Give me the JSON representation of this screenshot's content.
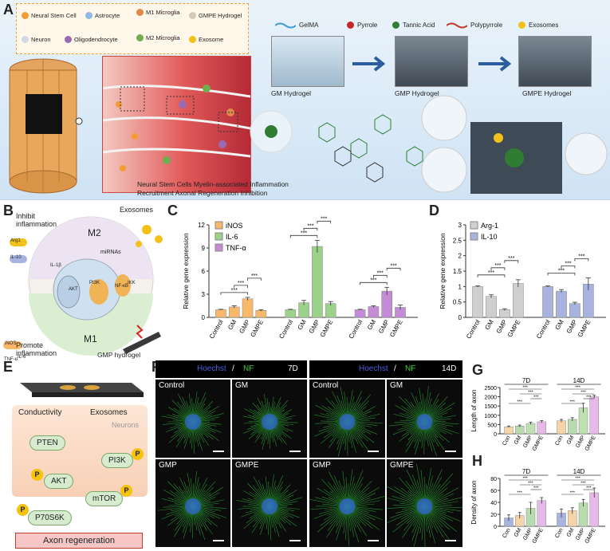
{
  "letters": {
    "a": "A",
    "b": "B",
    "c": "C",
    "d": "D",
    "e": "E",
    "f": "F",
    "g": "G",
    "h": "H"
  },
  "panelA": {
    "legend": [
      "Neural Stem Cell",
      "Astrocyte",
      "M1 Microglia",
      "GMPE Hydrogel",
      "Neuron",
      "Oligodendrocyte",
      "M2 Microglia",
      "Exosome"
    ],
    "materials": [
      "GelMA",
      "Pyrrole",
      "Tannic Acid",
      "Polypyrrole",
      "Exosomes"
    ],
    "hydrogels": [
      "GM Hydrogel",
      "GMP Hydrogel",
      "GMPE Hydrogel"
    ],
    "bottom_line1": "Neural Stem Cells Myelin-associated Inflammation",
    "bottom_line2": "Recruitment  Axonal Regeneration Inhibition",
    "colors": {
      "gelma": "#3a9bd6",
      "pyrrole": "#c62828",
      "tannic": "#2e7d32",
      "polypyrrole": "#c0392b",
      "exosome": "#f2c21b"
    }
  },
  "panelB": {
    "inhibit": "Inhibit inflammation",
    "promote": "Promote inflammation",
    "exosomes": "Exosomes",
    "m2": "M2",
    "m1": "M1",
    "mirna": "miRNAs",
    "hydrogel": "GMP hydrogel",
    "markers": [
      "Arg1",
      "IL-10",
      "IL-1β",
      "iNOS",
      "IL-6",
      "TNF-α",
      "PI3K",
      "AKT",
      "NF-κB",
      "IKK"
    ]
  },
  "panelE": {
    "conductivity": "Conductivity",
    "exosomes": "Exosomes",
    "neurons": "Neurons",
    "nodes": [
      "PTEN",
      "PI3K",
      "AKT",
      "mTOR",
      "P70S6K"
    ],
    "p": "P",
    "result": "Axon regeneration"
  },
  "panelF": {
    "stain_a": "Hoechst",
    "stain_sep": " / ",
    "stain_b": "NF",
    "day7": "7D",
    "day14": "14D",
    "labels": [
      "Control",
      "GM",
      "GMP",
      "GMPE"
    ]
  },
  "chart_data": [
    {
      "id": "C",
      "type": "bar",
      "ylabel": "Relative gene expression",
      "ylim": [
        0,
        12
      ],
      "yticks": [
        0,
        3,
        6,
        9,
        12
      ],
      "categories": [
        "Control",
        "GM",
        "GMP",
        "GMPE"
      ],
      "series": [
        {
          "name": "iNOS",
          "values": [
            1.0,
            1.35,
            2.4,
            0.9
          ],
          "errors": [
            0.05,
            0.15,
            0.2,
            0.1
          ],
          "color": "#f7b86a"
        },
        {
          "name": "IL-6",
          "values": [
            1.0,
            1.9,
            9.2,
            1.8
          ],
          "errors": [
            0.05,
            0.3,
            0.8,
            0.25
          ],
          "color": "#9bd18b"
        },
        {
          "name": "TNF-α",
          "values": [
            1.0,
            1.4,
            3.4,
            1.3
          ],
          "errors": [
            0.05,
            0.1,
            0.5,
            0.3
          ],
          "color": "#c48bd6"
        }
      ],
      "sig": "***"
    },
    {
      "id": "D",
      "type": "bar",
      "ylabel": "Relative gene expression",
      "ylim": [
        0,
        3.0
      ],
      "yticks": [
        0.0,
        0.5,
        1.0,
        1.5,
        2.0,
        2.5,
        3.0
      ],
      "categories": [
        "Control",
        "GM",
        "GMP",
        "GMPE"
      ],
      "series": [
        {
          "name": "Arg-1",
          "values": [
            1.0,
            0.68,
            0.25,
            1.1
          ],
          "errors": [
            0.02,
            0.05,
            0.03,
            0.12
          ],
          "color": "#cfcfcf"
        },
        {
          "name": "IL-10",
          "values": [
            1.0,
            0.85,
            0.45,
            1.08
          ],
          "errors": [
            0.02,
            0.05,
            0.04,
            0.2
          ],
          "color": "#a9b3e0"
        }
      ],
      "sig": "***"
    },
    {
      "id": "G",
      "type": "bar",
      "ylabel": "Length of axon",
      "ylim": [
        0,
        2500
      ],
      "yticks": [
        0,
        500,
        1000,
        1500,
        2000,
        2500
      ],
      "groups": [
        "7D",
        "14D"
      ],
      "categories": [
        "Con",
        "GM",
        "GMP",
        "GMPE"
      ],
      "series": [
        {
          "name": "7D",
          "values": [
            380,
            420,
            560,
            650
          ],
          "errors": [
            40,
            50,
            60,
            60
          ]
        },
        {
          "name": "14D",
          "values": [
            700,
            780,
            1400,
            2000
          ],
          "errors": [
            80,
            90,
            250,
            80
          ]
        }
      ],
      "colors": [
        "#f7d4a8",
        "#b8dcae",
        "#bfe0b0",
        "#e7b9e8"
      ],
      "sig": "***"
    },
    {
      "id": "H",
      "type": "bar",
      "ylabel": "Density of axon",
      "ylim": [
        0,
        80
      ],
      "yticks": [
        0,
        20,
        40,
        60,
        80
      ],
      "groups": [
        "7D",
        "14D"
      ],
      "categories": [
        "Con",
        "GM",
        "GMP",
        "GMPE"
      ],
      "series": [
        {
          "name": "7D",
          "values": [
            14,
            18,
            30,
            43
          ],
          "errors": [
            5,
            5,
            10,
            5
          ]
        },
        {
          "name": "14D",
          "values": [
            22,
            26,
            39,
            56
          ],
          "errors": [
            7,
            5,
            6,
            8
          ]
        }
      ],
      "colors": [
        "#a9b3e0",
        "#f7d4a8",
        "#b8dcae",
        "#e7b9e8"
      ],
      "sig": "***"
    }
  ]
}
